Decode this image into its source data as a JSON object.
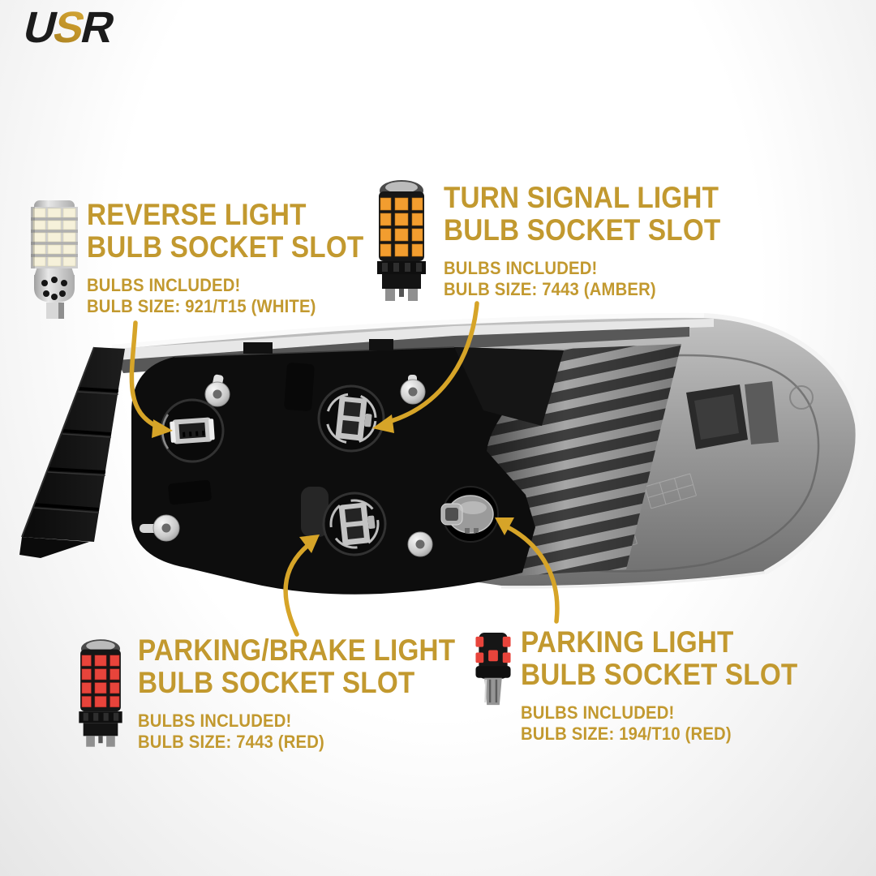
{
  "brand": {
    "name": "USR",
    "u": "U",
    "s": "S",
    "r": "R"
  },
  "colors": {
    "accent_gold_text": "#C2992F",
    "arrow_gold": "#D6A428",
    "logo_dark": "#1B1B1B",
    "logo_gold": "#C8992B",
    "background_top": "#FFFFFF",
    "background_bottom": "#E6E6E6"
  },
  "icons": {
    "logo": "usr-logo",
    "reverse_bulb": "white-921-t15-led-bulb-icon",
    "turn_bulb": "amber-7443-led-bulb-icon",
    "brake_bulb": "red-7443-led-bulb-icon",
    "parking_bulb": "red-194-t10-led-bulb-icon",
    "photo": "tail-light-back-photo"
  },
  "callouts": {
    "reverse": {
      "title1": "REVERSE LIGHT",
      "title2": "BULB SOCKET SLOT",
      "included": "BULBS INCLUDED!",
      "size": "BULB SIZE: 921/T15 (WHITE)"
    },
    "turn": {
      "title1": "TURN SIGNAL LIGHT",
      "title2": "BULB SOCKET SLOT",
      "included": "BULBS INCLUDED!",
      "size": "BULB SIZE: 7443 (AMBER)"
    },
    "brake": {
      "title1": "PARKING/BRAKE LIGHT",
      "title2": "BULB SOCKET SLOT",
      "included": "BULBS INCLUDED!",
      "size": "BULB SIZE: 7443 (RED)"
    },
    "parking": {
      "title1": "PARKING LIGHT",
      "title2": "BULB SOCKET SLOT",
      "included": "BULBS INCLUDED!",
      "size": "BULB SIZE: 194/T10 (RED)"
    }
  }
}
